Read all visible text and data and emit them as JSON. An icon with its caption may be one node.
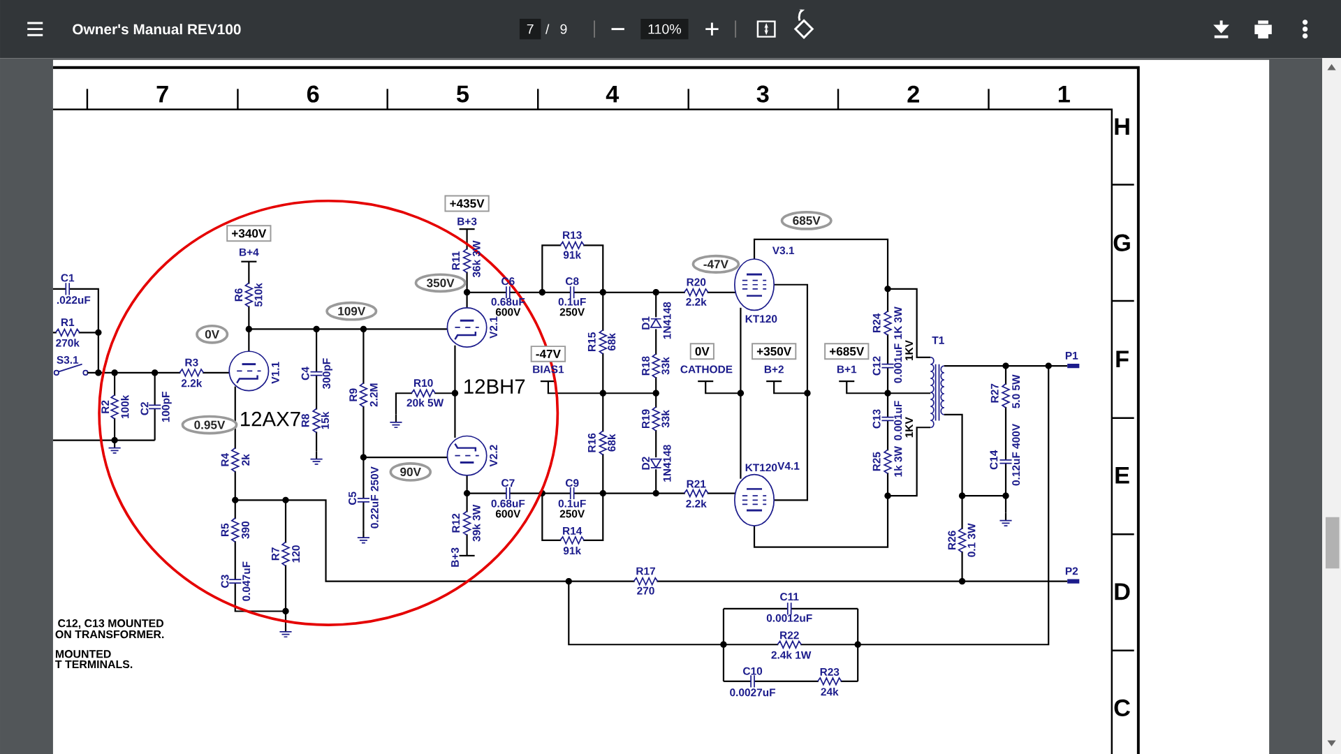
{
  "diagram": {
    "title": "Owner's Manual REV100",
    "nodes": [
      {
        "text": [
          "+340V"
        ],
        "beside": [
          "B+4"
        ]
      },
      {
        "text": [
          "0V"
        ]
      },
      {
        "text": [
          "109V"
        ]
      },
      {
        "text": [
          "0.95V"
        ]
      },
      {
        "text": [
          "+435V"
        ],
        "beside": [
          "B+3"
        ]
      },
      {
        "text": [
          "350V"
        ]
      },
      {
        "text": [
          "90V"
        ]
      },
      {
        "text": [
          "-47V"
        ],
        "beside": [
          "BIAS1"
        ]
      },
      {
        "text": [
          "685V"
        ]
      },
      {
        "text": [
          "-47V"
        ]
      },
      {
        "text": [
          "0V"
        ],
        "beside": [
          "CATHODE"
        ]
      },
      {
        "text": [
          "+350V"
        ],
        "beside": [
          "B+2"
        ]
      },
      {
        "text": [
          "+685V"
        ],
        "beside": [
          "B+1"
        ]
      }
    ],
    "labels": [
      "7",
      "/",
      "9",
      "110%",
      "7",
      "6",
      "5",
      "4",
      "3",
      "2",
      "1",
      "H",
      "G",
      "F",
      "E",
      "D",
      "C",
      "C1",
      ".022uF",
      "R1",
      "270k",
      "S3.1",
      "R3",
      "2.2k",
      "R2",
      "100k",
      "C2",
      "100pF",
      "R6",
      "510k",
      "V1.1",
      "12AX7",
      "R4",
      "2k",
      "R5",
      "390",
      "C3",
      "0.047uF",
      "R7",
      "120",
      "C4",
      "300pF",
      "R8",
      "15k",
      "R9",
      "2.2M",
      "C5",
      "0.22uF 250V",
      "R11",
      "36k 3W",
      "V2.1",
      "R10",
      "20k 5W",
      "12BH7",
      "V2.2",
      "R12",
      "39k 3W",
      "B+3",
      "C6",
      "0.68uF",
      "600V",
      "R13",
      "91k",
      "C8",
      "0.1uF",
      "250V",
      "R15",
      "68k",
      "R16",
      "68k",
      "C7",
      "0.68uF",
      "600V",
      "C9",
      "0.1uF",
      "250V",
      "R14",
      "91k",
      "D1",
      "1N4148",
      "R18",
      "33k",
      "R19",
      "33k",
      "D2",
      "1N4148",
      "R20",
      "2.2k",
      "R21",
      "2.2k",
      "V3.1",
      "KT120",
      "KT120",
      "V4.1",
      "R24",
      "1K 3W",
      "C12",
      "0.001uF",
      "1KV",
      "C13",
      "0.001uF",
      "1KV",
      "R25",
      "1k 3W",
      "T1",
      "P1",
      "R27",
      "5.0 5W",
      "C14",
      "0.12uF 400V",
      "R26",
      "0.1 3W",
      "R17",
      "P2",
      "270",
      "C11",
      "0.0012uF",
      "R22",
      "2.4k 1W",
      "C10",
      "0.0027uF",
      "R23",
      "24k",
      "C12, C13 MOUNTED",
      "ON TRANSFORMER.",
      "MOUNTED",
      "T TERMINALS."
    ]
  }
}
